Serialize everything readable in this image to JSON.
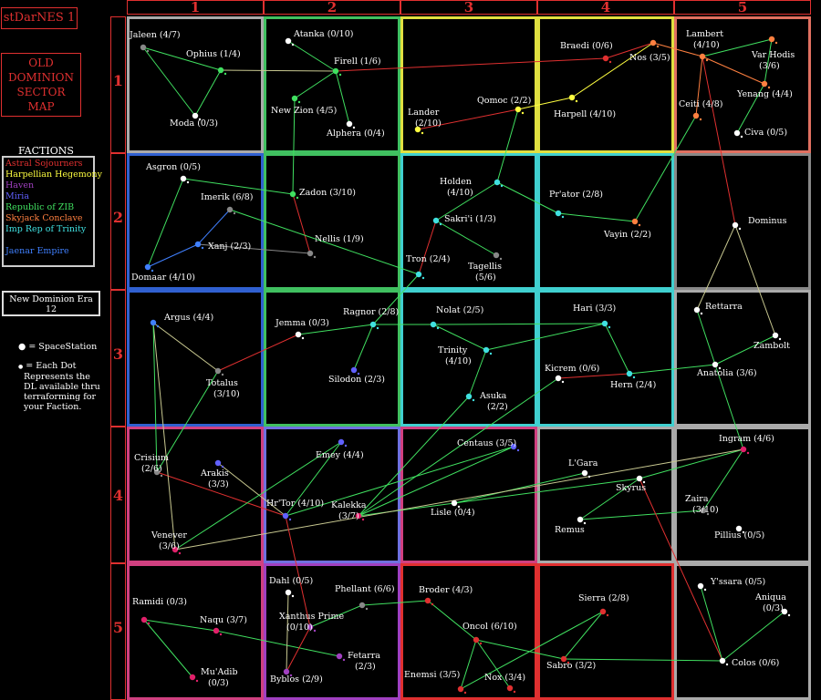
{
  "title": "stDarNES 1",
  "sector_map_title": [
    "OLD",
    "DOMINION",
    "SECTOR",
    "MAP"
  ],
  "factions_heading": "FACTIONS",
  "factions": [
    {
      "name": "Astral Sojourners",
      "color": "#e03030"
    },
    {
      "name": "Harpellian Hegemony",
      "color": "#ffff40"
    },
    {
      "name": "Haven",
      "color": "#a040c0"
    },
    {
      "name": "Miria",
      "color": "#6060ff"
    },
    {
      "name": "Republic of ZIB",
      "color": "#40e060"
    },
    {
      "name": "Skyjack Conclave",
      "color": "#ff8040"
    },
    {
      "name": "Imp Rep of Trinity",
      "color": "#40e0e0"
    },
    {
      "name": "Jaenar Empire",
      "color": "#4080ff"
    }
  ],
  "era": {
    "label": "New Dominion Era",
    "number": "12"
  },
  "legend": {
    "station": "= SpaceStation",
    "dot_lines": [
      "= Each Dot",
      "Represents the",
      "DL available thru",
      "terraforming for",
      "your Faction."
    ]
  },
  "columns": [
    "1",
    "2",
    "3",
    "4",
    "5"
  ],
  "rows": [
    "1",
    "2",
    "3",
    "4",
    "5"
  ],
  "sector_colors": [
    [
      "#aaaaaa",
      "#40c060",
      "#e0e040",
      "#e0e040",
      "#e07060"
    ],
    [
      "#3060d0",
      "#40c060",
      "#40d0d0",
      "#40d0d0",
      "#888888"
    ],
    [
      "#3060d0",
      "#40c060",
      "#40d0d0",
      "#40d0d0",
      "#aaaaaa"
    ],
    [
      "#d04080",
      "#7070e0",
      "#d04080",
      "#aaaaaa",
      "#aaaaaa"
    ],
    [
      "#d04080",
      "#a040c0",
      "#e03030",
      "#e03030",
      "#aaaaaa"
    ]
  ],
  "systems": [
    {
      "label": "Jaleen (4/7)",
      "color": "#888888"
    },
    {
      "label": "Ophius (1/4)",
      "color": "#40e060"
    },
    {
      "label": "Moda (0/3)",
      "color": "#ffffff"
    },
    {
      "label": "Atanka (0/10)",
      "color": "#ffffff"
    },
    {
      "label": "Firell (1/6)",
      "color": "#40e060"
    },
    {
      "label": "New Zion (4/5)",
      "color": "#40e060"
    },
    {
      "label": "Alphera (0/4)",
      "color": "#ffffff"
    },
    {
      "label": "Lander (2/10)",
      "color": "#ffff40"
    },
    {
      "label": "Qomoc (2/2)",
      "color": "#ffff40"
    },
    {
      "label": "Braedi (0/6)",
      "color": "#e03030"
    },
    {
      "label": "Nos (3/5)",
      "color": "#ff8040"
    },
    {
      "label": "Harpell (4/10)",
      "color": "#ffff40"
    },
    {
      "label": "Lambert (4/10)",
      "color": "#ff8040"
    },
    {
      "label": "Var Hodis (3/6)",
      "color": "#ff8040"
    },
    {
      "label": "Yenang (4/4)",
      "color": "#ff8040"
    },
    {
      "label": "Ceiti (4/8)",
      "color": "#ff8040"
    },
    {
      "label": "Civa (0/5)",
      "color": "#ffffff"
    },
    {
      "label": "Asgron (0/5)",
      "color": "#ffffff"
    },
    {
      "label": "Imerik (6/8)",
      "color": "#888888"
    },
    {
      "label": "Xanj (2/3)",
      "color": "#4080ff"
    },
    {
      "label": "Domaar (4/10)",
      "color": "#4080ff"
    },
    {
      "label": "Zadon (3/10)",
      "color": "#40e060"
    },
    {
      "label": "Nellis (1/9)",
      "color": "#888888"
    },
    {
      "label": "Holden (4/10)",
      "color": "#40e0e0"
    },
    {
      "label": "Sakri'i (1/3)",
      "color": "#40e0e0"
    },
    {
      "label": "Tron (2/4)",
      "color": "#40e0e0"
    },
    {
      "label": "Tagellis (5/6)",
      "color": "#888888"
    },
    {
      "label": "Pr'ator (2/8)",
      "color": "#40e0e0"
    },
    {
      "label": "Vayin (2/2)",
      "color": "#ff8040"
    },
    {
      "label": "Dominus",
      "color": "#ffffff"
    },
    {
      "label": "Argus (4/4)",
      "color": "#4080ff"
    },
    {
      "label": "Totalus (3/10)",
      "color": "#888888"
    },
    {
      "label": "Jemma (0/3)",
      "color": "#ffffff"
    },
    {
      "label": "Ragnor (2/8)",
      "color": "#40e0e0"
    },
    {
      "label": "Silodon (2/3)",
      "color": "#6060ff"
    },
    {
      "label": "Nolat (2/5)",
      "color": "#40e0e0"
    },
    {
      "label": "Trinity (4/10)",
      "color": "#40e0e0"
    },
    {
      "label": "Asuka (2/2)",
      "color": "#40e0e0"
    },
    {
      "label": "Hari (3/3)",
      "color": "#40e0e0"
    },
    {
      "label": "Kicrem (0/6)",
      "color": "#ffffff"
    },
    {
      "label": "Hern (2/4)",
      "color": "#40e0e0"
    },
    {
      "label": "Rettarra",
      "color": "#ffffff"
    },
    {
      "label": "Zambolt",
      "color": "#ffffff"
    },
    {
      "label": "Anatolia (3/6)",
      "color": "#ffffff"
    },
    {
      "label": "Ingram (4/6)",
      "color": "#e0206a"
    },
    {
      "label": "Crisium (2/6)",
      "color": "#888888"
    },
    {
      "label": "Arakis (3/3)",
      "color": "#6060ff"
    },
    {
      "label": "Emey (4/4)",
      "color": "#6060ff"
    },
    {
      "label": "Hr'Tor (4/10)",
      "color": "#6060ff"
    },
    {
      "label": "Kalekka (3/7)",
      "color": "#e0206a"
    },
    {
      "label": "Centaus (3/5)",
      "color": "#6060ff"
    },
    {
      "label": "Lisle (0/4)",
      "color": "#ffffff"
    },
    {
      "label": "L'Gara",
      "color": "#ffffff"
    },
    {
      "label": "Skyrus",
      "color": "#ffffff"
    },
    {
      "label": "Remus",
      "color": "#ffffff"
    },
    {
      "label": "Zaira (3/10)",
      "color": "#888888"
    },
    {
      "label": "Pillius (0/5)",
      "color": "#ffffff"
    },
    {
      "label": "Venever (3/6)",
      "color": "#e0206a"
    },
    {
      "label": "Ramidi (0/3)",
      "color": "#e0206a"
    },
    {
      "label": "Naqu (3/7)",
      "color": "#e0206a"
    },
    {
      "label": "Mu'Adib (0/3)",
      "color": "#e0206a"
    },
    {
      "label": "Dahl (0/5)",
      "color": "#ffffff"
    },
    {
      "label": "Xanthus Prime (0/10)",
      "color": "#a040c0"
    },
    {
      "label": "Phellant (6/6)",
      "color": "#888888"
    },
    {
      "label": "Fetarra (2/3)",
      "color": "#a040c0"
    },
    {
      "label": "Byblos (2/9)",
      "color": "#a040c0"
    },
    {
      "label": "Broder (4/3)",
      "color": "#e03030"
    },
    {
      "label": "Oncol (6/10)",
      "color": "#e03030"
    },
    {
      "label": "Enemsi (3/5)",
      "color": "#e03030"
    },
    {
      "label": "Nox (3/4)",
      "color": "#e03030"
    },
    {
      "label": "Sierra (2/8)",
      "color": "#e03030"
    },
    {
      "label": "Sabro (3/2)",
      "color": "#e03030"
    },
    {
      "label": "Y'ssara (0/5)",
      "color": "#ffffff"
    },
    {
      "label": "Aniqua (0/3)",
      "color": "#ffffff"
    },
    {
      "label": "Colos (0/6)",
      "color": "#ffffff"
    }
  ]
}
